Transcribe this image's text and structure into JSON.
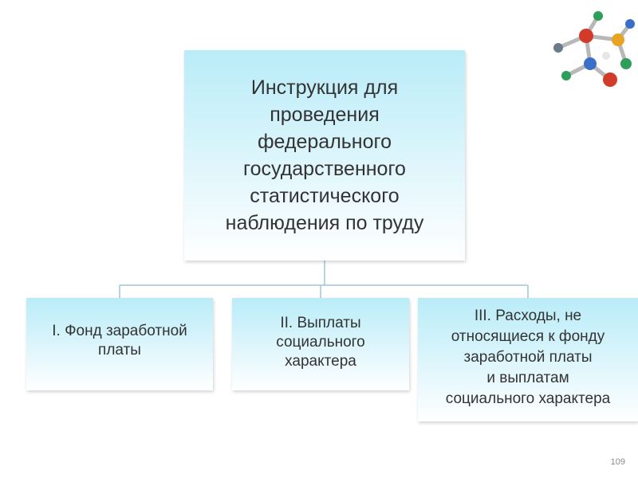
{
  "diagram": {
    "root": "Инструкция для\nпроведения\nфедерального\nгосударственного\nстатистического\nнаблюдения по труду",
    "children": [
      "I. Фонд заработной\nплаты",
      "II. Выплаты\nсоциального\nхарактера",
      "III. Расходы, не\nотносящиеся к фонду\nзаработной платы\nи выплатам\nсоциального характера"
    ]
  },
  "page_number": "109",
  "colors": {
    "box_gradient_top": "#b9ecf8",
    "box_gradient_bottom": "#ffffff",
    "connector": "#9fc7d4",
    "text": "#333333"
  },
  "icons": [
    "molecule-icon"
  ]
}
